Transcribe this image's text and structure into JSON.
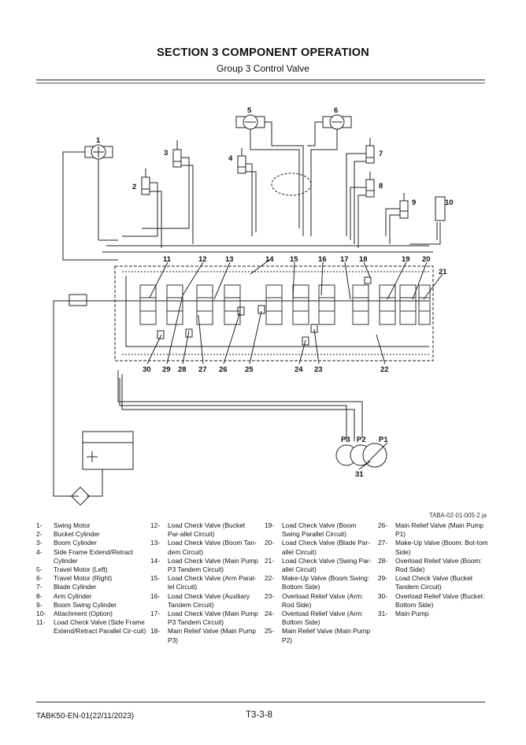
{
  "header": {
    "section_title": "SECTION 3 COMPONENT OPERATION",
    "group_title": "Group 3 Control Valve"
  },
  "diagram": {
    "callouts": [
      "1",
      "2",
      "3",
      "4",
      "5",
      "6",
      "7",
      "8",
      "9",
      "10",
      "11",
      "12",
      "13",
      "14",
      "15",
      "16",
      "17",
      "18",
      "19",
      "20",
      "21",
      "22",
      "23",
      "24",
      "25",
      "26",
      "27",
      "28",
      "29",
      "30",
      "31"
    ],
    "port_labels": [
      "P3",
      "P2",
      "P1"
    ]
  },
  "figure_ref": "TABA-02-01-005-2 ja",
  "legend": {
    "columns": [
      [
        {
          "n": "1-",
          "t": "Swing Motor"
        },
        {
          "n": "2-",
          "t": "Bucket Cylinder"
        },
        {
          "n": "3-",
          "t": "Boom Cylinder"
        },
        {
          "n": "4-",
          "t": "Side Frame Extend/Retract Cylinder"
        },
        {
          "n": "5-",
          "t": "Travel Motor (Left)"
        },
        {
          "n": "6-",
          "t": "Travel Motor (Right)"
        },
        {
          "n": "7-",
          "t": "Blade Cylinder"
        },
        {
          "n": "8-",
          "t": "Arm Cylinder"
        },
        {
          "n": "9-",
          "t": "Boom Swing Cylinder"
        },
        {
          "n": "10-",
          "t": "Attachment (Option)"
        },
        {
          "n": "11-",
          "t": "Load Check Valve (Side Frame Extend/Retract Parallel Cir-cuit)"
        }
      ],
      [
        {
          "n": "12-",
          "t": "Load Check Valve (Bucket Par-allel Circuit)"
        },
        {
          "n": "13-",
          "t": "Load Check Valve (Boom Tan-dem Circuit)"
        },
        {
          "n": "14-",
          "t": "Load Check Valve (Main Pump P3 Tandem Circuit)"
        },
        {
          "n": "15-",
          "t": "Load Check Valve (Arm Paral-lel Circuit)"
        },
        {
          "n": "16-",
          "t": "Load Check Valve (Auxiliary Tandem Circuit)"
        },
        {
          "n": "17-",
          "t": "Load Check Valve (Main Pump P3 Tandem Circuit)"
        },
        {
          "n": "18-",
          "t": "Main Relief Valve (Main Pump P3)"
        }
      ],
      [
        {
          "n": "19-",
          "t": "Load Check Valve (Boom Swing Parallel Circuit)"
        },
        {
          "n": "20-",
          "t": "Load Check Valve (Blade Par-allel Circuit)"
        },
        {
          "n": "21-",
          "t": "Load Check Valve (Swing Par-allel Circuit)"
        },
        {
          "n": "22-",
          "t": "Make-Up Valve (Boom Swing: Bottom Side)"
        },
        {
          "n": "23-",
          "t": "Overload Relief Valve (Arm: Rod Side)"
        },
        {
          "n": "24-",
          "t": "Overload Relief Valve (Arm: Bottom Side)"
        },
        {
          "n": "25-",
          "t": "Main Relief Valve (Main Pump P2)"
        }
      ],
      [
        {
          "n": "26-",
          "t": "Main Relief Valve (Main Pump P1)"
        },
        {
          "n": "27-",
          "t": "Make-Up Valve (Boom: Bot-tom Side)"
        },
        {
          "n": "28-",
          "t": "Overload Relief Valve (Boom: Rod Side)"
        },
        {
          "n": "29-",
          "t": "Load Check Valve (Bucket Tandem Circuit)"
        },
        {
          "n": "30-",
          "t": "Overload Relief Valve (Bucket: Bottom Side)"
        },
        {
          "n": "31-",
          "t": "Main Pump"
        }
      ]
    ]
  },
  "footer": {
    "doc_code": "TABK50-EN-01(22/11/2023)",
    "page_number": "T3-3-8"
  }
}
